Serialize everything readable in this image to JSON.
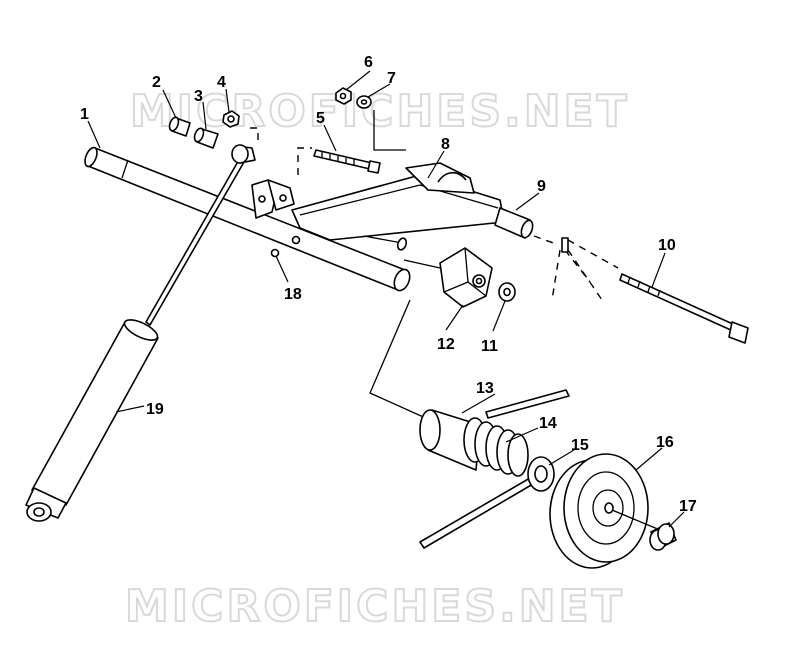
{
  "watermarks": [
    "MICROFICHES.NET",
    "MICROFICHES.NET"
  ],
  "callouts": {
    "c1": "1",
    "c2": "2",
    "c3": "3",
    "c4": "4",
    "c5": "5",
    "c6": "6",
    "c7": "7",
    "c8": "8",
    "c9": "9",
    "c10": "10",
    "c11": "11",
    "c12": "12",
    "c13": "13",
    "c14": "14",
    "c15": "15",
    "c16": "16",
    "c17": "17",
    "c18": "18",
    "c19": "19"
  }
}
